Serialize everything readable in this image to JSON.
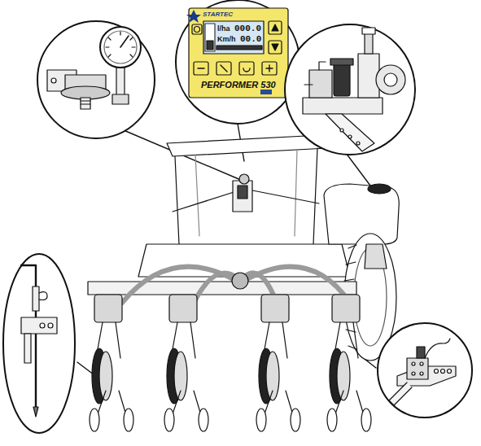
{
  "diagram": {
    "labels": [
      "STARTEC",
      "l/ha",
      "000.0",
      "Km/h",
      "00.0",
      "PERFORMER 530"
    ]
  }
}
